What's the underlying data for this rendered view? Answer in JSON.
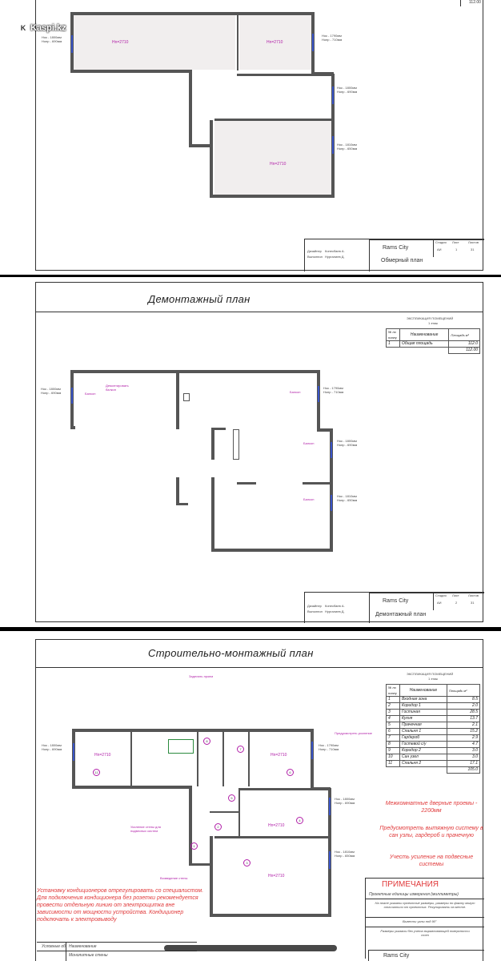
{
  "watermark": {
    "brand": "Kaspi.kz",
    "logo_letter": "K"
  },
  "sheet1": {
    "top_value": "112.00",
    "room_labels": [
      "Нn=2710",
      "Нn=2710",
      "Нn=2710"
    ],
    "windows": [
      {
        "w": "Нок - 1800мм",
        "h": "Нопр - 690мм"
      },
      {
        "w": "Нок - 1790мм",
        "h": "Нопр - 710мм"
      },
      {
        "w": "Нок - 1800мм",
        "h": "Нопр - 690мм"
      },
      {
        "w": "Нок - 1810мм",
        "h": "Нопр - 650мм"
      }
    ],
    "title_block": {
      "roles": [
        "Дизайнер",
        "Выполнил"
      ],
      "names": [
        "Копесбаев А.",
        "Нургалиев Д."
      ],
      "project": "Rams City",
      "sheet_name": "Обмерный план",
      "col_stage": "Стадия",
      "col_sheet": "Лист",
      "col_sheets": "Листов",
      "stage": "АИ",
      "sheet": "1",
      "sheets": "31"
    }
  },
  "sheet2": {
    "title": "Демонтажный план",
    "explication": {
      "title": "ЭКСПЛИКАЦИЯ ПОМЕЩЕНИЙ",
      "floor": "1 этаж",
      "h_num": "№ по плану",
      "h_name": "Наименование",
      "h_area": "Площадь м²",
      "rows": [
        {
          "num": "1",
          "name": "Общая площадь",
          "area": "112.0"
        }
      ],
      "total": "112.00"
    },
    "labels": [
      "Демонтировать балкон",
      "Балкон",
      "Балкон",
      "Балкон",
      "Балкон"
    ],
    "windows": [
      {
        "w": "Нок - 1800мм",
        "h": "Нопр - 690мм"
      },
      {
        "w": "Нок - 1790мм",
        "h": "Нопр - 710мм"
      },
      {
        "w": "Нок - 1800мм",
        "h": "Нопр - 690мм"
      },
      {
        "w": "Нок - 1810мм",
        "h": "Нопр - 650мм"
      }
    ],
    "title_block": {
      "roles": [
        "Дизайнер",
        "Выполнил"
      ],
      "names": [
        "Копесбаев А.",
        "Нургалиев Д."
      ],
      "project": "Rams City",
      "sheet_name": "Демонтажный план",
      "col_stage": "Стадия",
      "col_sheet": "Лист",
      "col_sheets": "Листов",
      "stage": "АИ",
      "sheet": "2",
      "sheets": "31"
    }
  },
  "sheet3": {
    "title": "Строительно-монтажный план",
    "explication": {
      "title": "ЭКСПЛИКАЦИЯ ПОМЕЩЕНИЙ",
      "floor": "1 этаж",
      "h_num": "№ по плану",
      "h_name": "Наименование",
      "h_area": "Площадь м²",
      "rows": [
        {
          "num": "1",
          "name": "Входная зона",
          "area": "8.5"
        },
        {
          "num": "2",
          "name": "Коридор 1",
          "area": "2.0"
        },
        {
          "num": "3",
          "name": "Гостиная",
          "area": "28.5"
        },
        {
          "num": "4",
          "name": "Кухня",
          "area": "13.7"
        },
        {
          "num": "5",
          "name": "Прачечная",
          "area": "2.1"
        },
        {
          "num": "6",
          "name": "Спальня 1",
          "area": "15.2"
        },
        {
          "num": "7",
          "name": "Гардероб",
          "area": "2.9"
        },
        {
          "num": "8",
          "name": "Гостевой с/у",
          "area": "4.7"
        },
        {
          "num": "9",
          "name": "Коридор 2",
          "area": "3.0"
        },
        {
          "num": "10",
          "name": "Сан узел",
          "area": "3.0"
        },
        {
          "num": "11",
          "name": "Спальня 2",
          "area": "17.1"
        }
      ],
      "total": "105.0"
    },
    "notes_red": [
      "Межкомнатные дверные проемы - 2200мм",
      "Предусмотреть вытяжную систему в сан узлы, гардероб и прачечную",
      "Учесть усиление на подвесные системы"
    ],
    "ac_note": "Установку кондиционеров отрегулировать со специалистом. Для подключения кондиционера без розетки рекомендуется провести отдельную линию от электрощитка вне зависимости от мощности устройства. Кондиционер подключать к электровыводу",
    "notes_heading": "ПРИМЕЧАНИЯ",
    "notes_sub": "Проектные единицы измерения (миллиметры)",
    "notes_items": [
      "На плане указаны проектные размеры, размеры по факту могут отличаться от проектных. Регулировать на месте.",
      "Вывести углы под 90°",
      "Размеры указаны без учета выравнивающей поверхности стен"
    ],
    "room_labels": [
      "Нn=2710",
      "Нn=2710",
      "Нn=2710",
      "Нn=2710"
    ],
    "room_numbers": [
      "11",
      "7",
      "6",
      "8",
      "5",
      "4",
      "2",
      "1",
      "3"
    ],
    "annotations": [
      "Заделать проем",
      "Усиление стены для подвесных систем",
      "Предусмотреть усиление",
      "Возведение стены"
    ],
    "windows": [
      {
        "w": "Нок - 1800мм",
        "h": "Нопр - 690мм"
      },
      {
        "w": "Нок - 1790мм",
        "h": "Нопр - 710мм"
      },
      {
        "w": "Нок - 1800мм",
        "h": "Нопр - 690мм"
      },
      {
        "w": "Нок - 1810мм",
        "h": "Нопр - 650мм"
      }
    ],
    "legend": {
      "h1": "Условные об.",
      "h2": "Наименование",
      "row1": "Монолитные стены"
    },
    "title_block": {
      "project": "Rams City"
    }
  }
}
